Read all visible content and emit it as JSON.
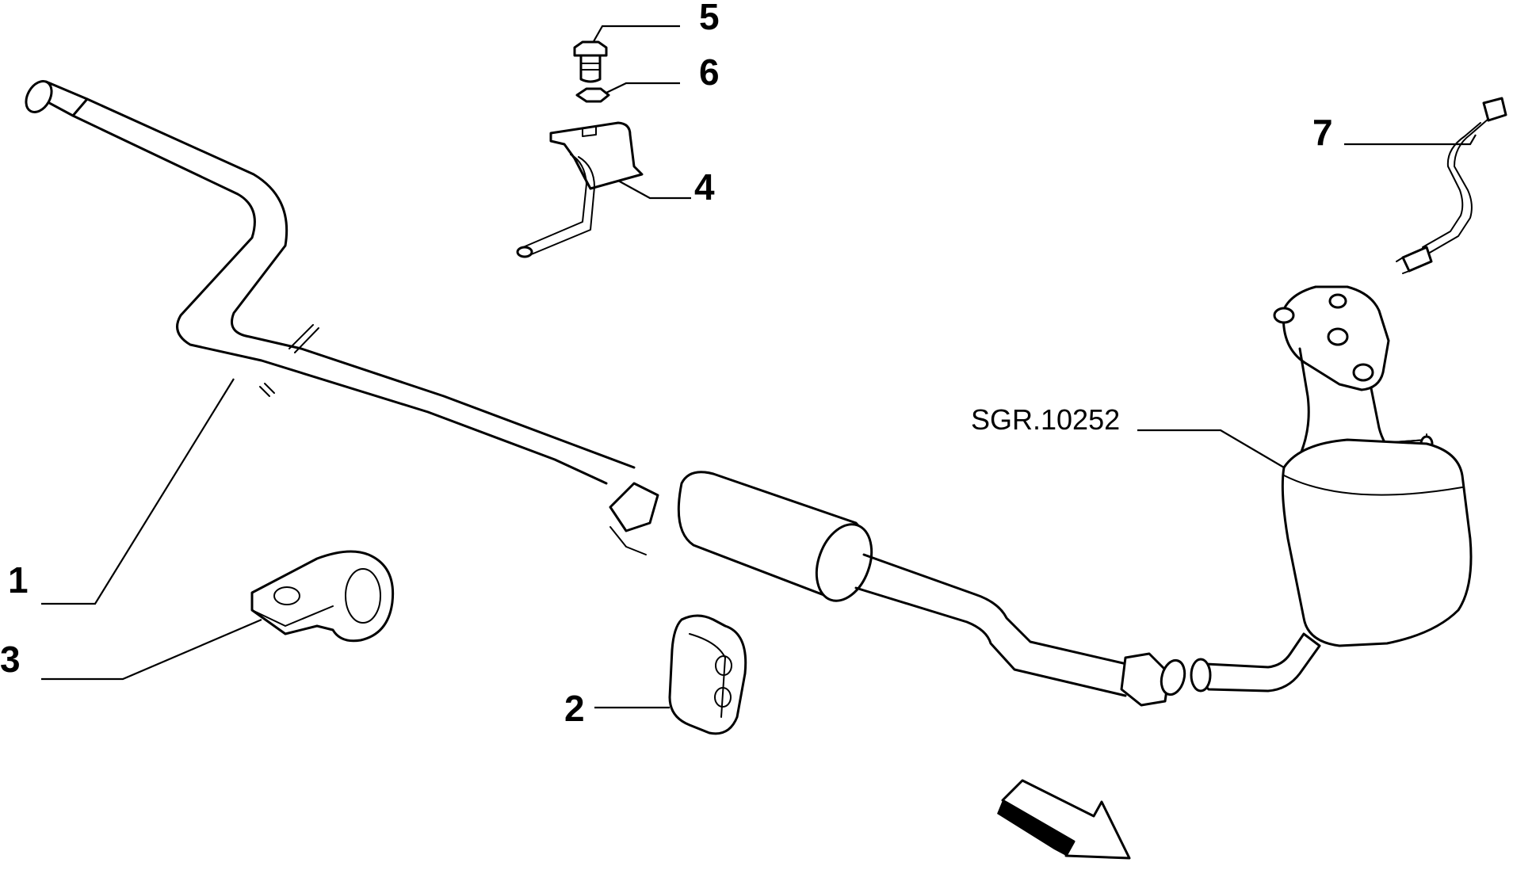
{
  "callouts": {
    "c1": "1",
    "c2": "2",
    "c3": "3",
    "c4": "4",
    "c5": "5",
    "c6": "6",
    "c7": "7"
  },
  "reference": "SGR.10252"
}
